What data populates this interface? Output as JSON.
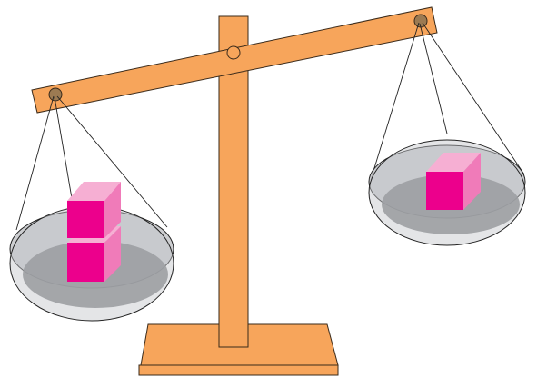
{
  "diagram": {
    "subject": "balance-scale",
    "left_pan": {
      "cube_count": 2
    },
    "right_pan": {
      "cube_count": 1
    },
    "tilt": "right-side-raised"
  },
  "colors": {
    "wood": "#F7A55B",
    "wood_stroke": "#3a2a1a",
    "pivot_fill": "#9c7a52",
    "pan_fill": "#c4c6c9",
    "pan_inner": "#7d7f83",
    "cube_front": "#EC008C",
    "cube_top": "#F6AFD3",
    "cube_side": "#F07BB9",
    "string": "#222222"
  }
}
